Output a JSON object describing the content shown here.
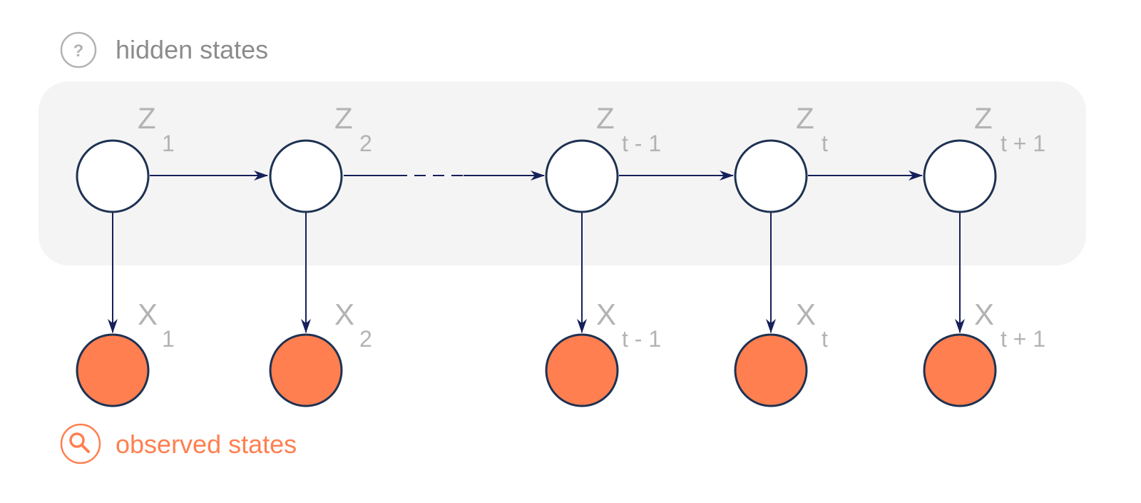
{
  "legend": {
    "hidden_label": "hidden states",
    "hidden_icon": "question-mark-icon",
    "observed_label": "observed states",
    "observed_icon": "magnifier-icon"
  },
  "hidden_nodes": [
    {
      "letter": "Z",
      "sub": "1"
    },
    {
      "letter": "Z",
      "sub": "2"
    },
    {
      "letter": "Z",
      "sub": "t - 1"
    },
    {
      "letter": "Z",
      "sub": "t"
    },
    {
      "letter": "Z",
      "sub": "t + 1"
    }
  ],
  "observed_nodes": [
    {
      "letter": "X",
      "sub": "1"
    },
    {
      "letter": "X",
      "sub": "2"
    },
    {
      "letter": "X",
      "sub": "t - 1"
    },
    {
      "letter": "X",
      "sub": "t"
    },
    {
      "letter": "X",
      "sub": "t + 1"
    }
  ],
  "colors": {
    "hidden_fill": "#ffffff",
    "node_stroke": "#1e3252",
    "observed_fill": "#ff7f50",
    "arrow": "#16205a",
    "panel": "#f4f4f4",
    "label": "#b3b3b3",
    "hidden_legend": "#8c8c8c",
    "observed_legend": "#ff7f50"
  }
}
